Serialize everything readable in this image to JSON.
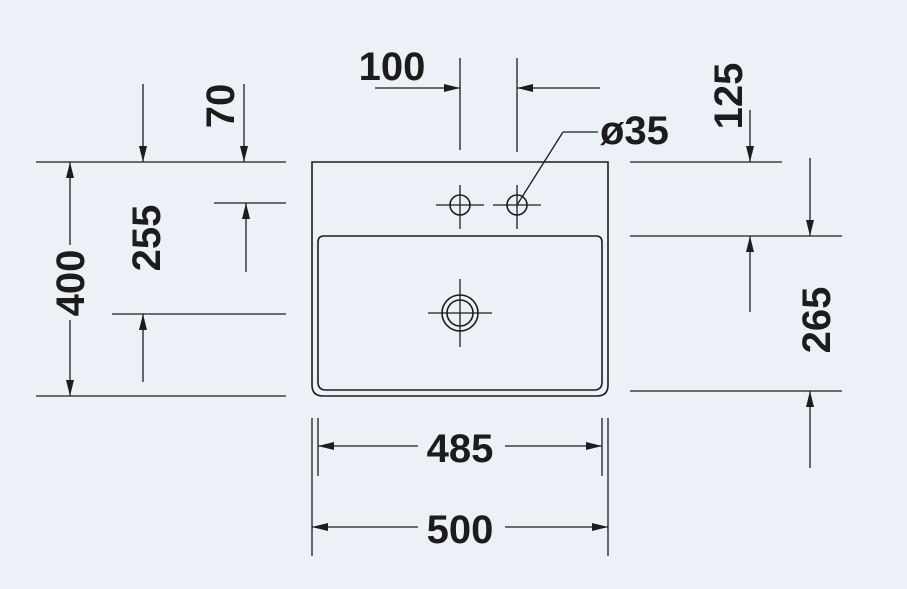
{
  "diagram": {
    "colors": {
      "background": "#ecf1f8",
      "ink": "#1c1c1c"
    },
    "dimensions": {
      "tap_hole_spacing": "100",
      "top_to_hole_row_70": "70",
      "top_to_hole_row_125": "125",
      "tap_hole_diameter": "ø35",
      "depth_255": "255",
      "overall_depth": "400",
      "depth_265": "265",
      "inner_width": "485",
      "overall_width": "500"
    }
  }
}
